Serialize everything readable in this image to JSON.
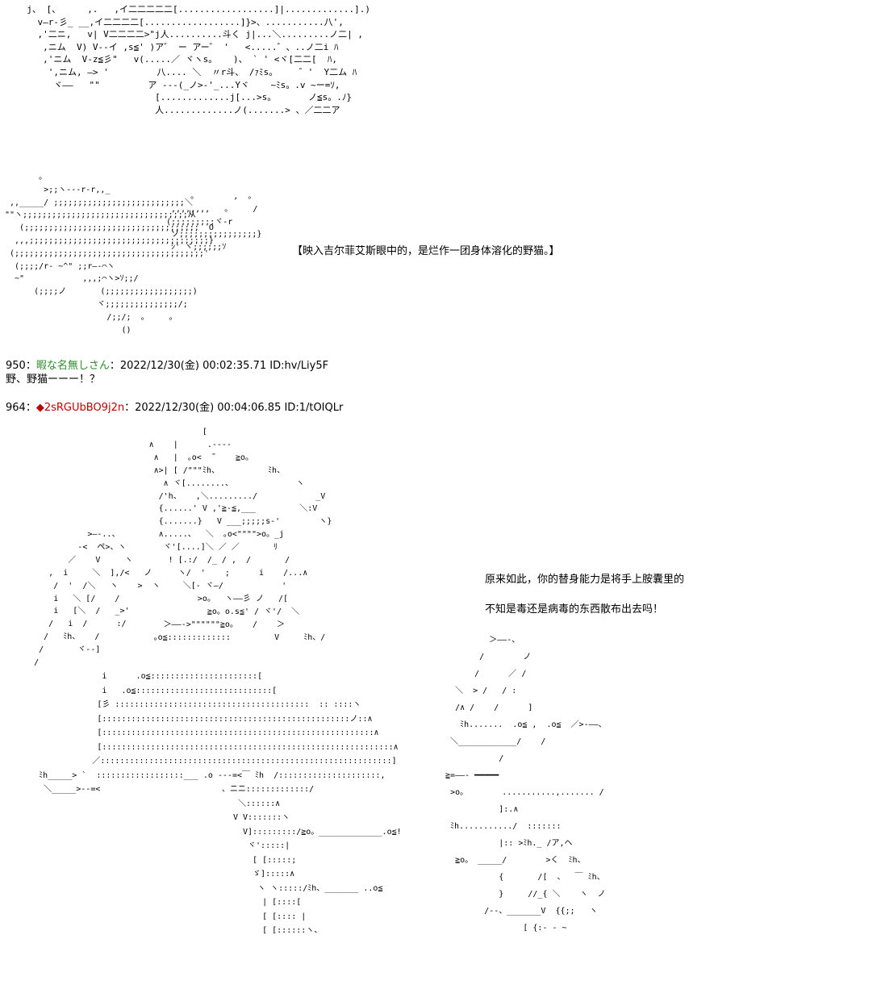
{
  "panel1": {
    "art_top": "  j、 [、     ,.   ,イ二二二二二[..................]|.............].)\n    v―r‐彡_ __,イ二二二二[..................]}>、...........八',\n    ,'二ニ,   v| V二二二二>\"j人..........斗く j|...＼.........ノ二| ,\n     ,ニム  V) V‐-イ ,s≦' )ア゛ ー アー゛ '   <.....゛、..ノ二i ﾊ\n     ,'ニム  V‐z≦彡\"   v(.....／ ヾヽs。   )、 ` ' <ヾ[二二[  ﾊ,\n      ',ニム, ―> '         八.... ＼  〃r斗、 /ｧﾐs。    ゛'  Y二ム ﾊ\n       ヾ――   \"\"         ア ‐--(_ノ>-'_...Yヾ    ~ﾐs。.v ~ー=ｿ,\n                          [.............j[...>s。      ノ≦s。.ﾉ}\n                          人.............ノ(.......> 、／二二ア",
    "art_cat": "       ｡\n        >;;ヽ-‐‐r‐r,,_\n ,,_____/ ;;;;;;;;;;;;;;;;;;;;;;;;;;;＼\n\"\"ヽ;;;;;;;;;;;;;;;;;;;;;;;;;;;;;;;;;;从\n   (;;;;;;;;;;;;;;;;;;;;;;;;;;;;;;;;;;;;  O\n  ,,,;;;;;;;;;;;;;;;;;;;;;;;;;;;;;;;;;;;;;}\n (;;;;;;;;;;;;;;;;;;;;;;;;;;;;;;;;;;;;;;;'\n  (;;;;/r‐ ~^\" ;;r―‐⌒ヽ\n  ~\"            ,,,;⌒ヽ>ｿ;;/\n      (;;;;ノ       (;;;;;;;;;;;;;;;;;;)\n                   ヾ;;;;;;;;;;;;;;;/;\n                     /;;/;  ｡     ｡\n                        ()",
    "art_cat2": "      ｡        ,  ｡\n  ,,,,,,,,   ｡     /\n (;;;;;;;;;ヾ‐r\n  ソ;;;;;;;;;;;;;;;;}\n  ｼ' ヾ;;;;;;ｿ",
    "caption": "【映入吉尔菲艾斯眼中的，是烂作一团身体溶化的野猫。】"
  },
  "post950": {
    "number": "950",
    "sep": "：",
    "name": "暇な名無しさん",
    "date_id": "：2022/12/30(金) 00:02:35.71 ID:hv/Liy5F",
    "body": "野、野猫ーーー！？"
  },
  "post964": {
    "number": "964",
    "sep": "：",
    "diamond": "◆",
    "name": "2sRGUbBO9j2n",
    "date_id": "：2022/12/30(金) 00:04:06.85 ID:1/tOIQLr"
  },
  "panel2": {
    "art_left": "                                        [\n                             ∧    |      .---‐\n                              ∧   |  ｡o<  ̄¨    ≧o。\n                              ∧>| [ /\"\"\"ﾐh、          ﾐh、\n                                ∧ ヾ[........、             ヽ\n                               /'h、   ,＼........./            _V\n                               {......' V ,'≧‐≦,___         ＼:V\n                               {.......}   V ___;;;;;s‐'        ヽ}\n                               ∧.....、  ＼  ｡o<\"\"\"\">o。_j\n                                ヾ'[....]＼ ／ ／       ﾘ\n                                 ! [.:/  /_ / ,  /       /\n                                   ヽ/  '    ;      i    /...∧\n                                    ＼[‐ ヾ―/            '\n                                       >o。  ヽ――彡 ノ   /[\n                                         ≧o。o.s≦' / ヾ'/  ＼\n                                ＞――‐>\"\"\"\"\"\"≧o。   /    ＞\n                              ｡o≦:::::::::::::         V     ﾐh、/",
    "art_paw": "                 >―‐..、\n               ‐<  ぺ>、ヽ\n             ／    V     ヽ\n         ,  i     ＼  ],/<   ノ\n          /  '  /＼   ヽ    >  ヽ\n          i   ＼ [/    /\n          i   [＼  /   _>'\n         /   i  /      :/\n        /   ﾐh、   /\n       /       ヾ‐‐]\n      /",
    "art_body": "                    i      .o≦::::::::::::::::::::::[\n                    i   .o≦::::::::::::::::::::::::::::[\n                   [彡 ::::::::::::::::::::::::::::::::::::::::  :: ::::ヽ\n                   [:::::::::::::::::::::::::::::::::::::::::::::::::::ノ::∧\n                   [::::::::::::::::::::::::::::::::::::::::::::::::::::::::∧\n                   [::::::::::::::::::::::::::::::::::::::::::::::::::::::::::::∧\n                  ／::::::::::::::::::::::::::::::::::::::::::::::::::::::::::::]\n       ﾐh_____> `  ::::::::::::::::::___ .o ‐‐‐=<￣ ﾐh  /:::::::::::::::::::::,\n        ＼_____>‐‐=<                         、ニニ:::::::::::::/\n                                                ＼::::::∧\n                                               V V:::::::ヽ\n                                                 V]:::::::::/≧o。_____________.o≦!\n                                                  ヾ':::::|\n                                                   [ [:::::;\n                                                   ゞ]:::::∧\n                                                    ヽ ヽ:::::/ﾐh、_______ ..o≦\n                                                     | [::::[\n                                                     [ [:::: |\n                                                     [ [::::::ヽ、",
    "art_right": "           ＞――‐、\n         /        ノ\n        /      ／ /\n    ＼  > /   / :\n    /∧ /    /      ]\n     ﾐh.......  .o≦ ,  .o≦  ／>‐――、\n   ＼____________/    /\n             /\n  ≧=――‐ ━━━━━\n   >o。       ...........,....... /\n             ]:.∧\n   ﾐh.........../  :::::::\n             |:: >ﾐh._ /ア,ヘ\n    ≧o。 _____/        >く  ﾐh、\n             {       /[  、  ￣ ﾐh、\n             }     //_{ ＼    ヽ  ノ\n          /‐‐、_______V  {{;;   ヽ\n                  [ {:- ‐ ~",
    "speech_line1": "原来如此，你的替身能力是将手上胺囊里的",
    "speech_line2": "不知是毒还是病毒的东西散布出去吗！"
  }
}
